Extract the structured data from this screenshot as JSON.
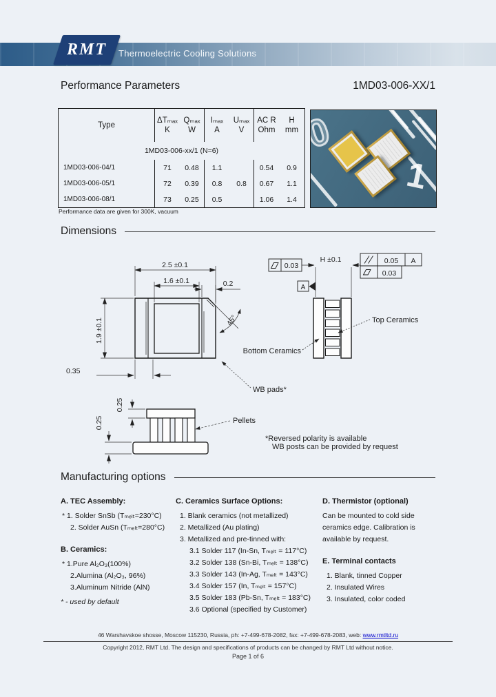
{
  "colors": {
    "band_dark": "#2d5c88",
    "logo_navy": "#1e4077",
    "photo_teal": "#44687d",
    "link_blue": "#0000cc"
  },
  "header": {
    "logo": "RMT",
    "tagline": "Thermoelectric Cooling Solutions"
  },
  "title": {
    "heading": "Performance Parameters",
    "part_number": "1MD03-006-XX/1"
  },
  "perf_table": {
    "headers": [
      [
        "Type",
        ""
      ],
      [
        "ΔTₘₐₓ",
        "K"
      ],
      [
        "Qₘₐₓ",
        "W"
      ],
      [
        "Iₘₐₓ",
        "A"
      ],
      [
        "Uₘₐₓ",
        "V"
      ],
      [
        "AC R",
        "Ohm"
      ],
      [
        "H",
        "mm"
      ]
    ],
    "subheader": "1MD03-006-xx/1 (N=6)",
    "rows": [
      [
        "1MD03-006-04/1",
        "71",
        "0.48",
        "1.1",
        "",
        "0.54",
        "0.9"
      ],
      [
        "1MD03-006-05/1",
        "72",
        "0.39",
        "0.8",
        "0.8",
        "0.67",
        "1.1"
      ],
      [
        "1MD03-006-08/1",
        "73",
        "0.25",
        "0.5",
        "",
        "1.06",
        "1.4"
      ]
    ],
    "footnote": "Performance data are given for 300K, vacuum"
  },
  "photo": {
    "digit_zero": "0",
    "digit_one": "1"
  },
  "dimensions": {
    "heading": "Dimensions",
    "width_dim": "2.5 ±0.1",
    "inner_dim": "1.6 ±0.1",
    "edge_dim": "0.2",
    "height_dim": "1.9 ±0.1",
    "pad_dim": "0.35",
    "chamfer_angle": "45°",
    "h_dim": "H ±0.1",
    "flatness_top": "0.03",
    "parallelism": "0.05",
    "datum_ref": "A",
    "flatness_bottom": "0.03",
    "datum_label": "A",
    "ceramic_dim_top": "0.25",
    "ceramic_dim_bottom": "0.25",
    "label_top_ceramics": "Top Ceramics",
    "label_bottom_ceramics": "Bottom Ceramics",
    "label_wb_pads": "WB pads*",
    "label_pellets": "Pellets",
    "note_line1": "*Reversed polarity is available",
    "note_line2": "WB posts can be provided by request"
  },
  "manufacturing": {
    "heading": "Manufacturing options",
    "secA": {
      "title": "A. TEC Assembly:",
      "items": [
        "* 1. Solder SnSb (Tₘₑₗₜ=230°C)",
        "2. Solder AuSn (Tₘₑₗₜ=280°C)"
      ]
    },
    "secB": {
      "title": "B. Ceramics:",
      "items": [
        "* 1.Pure Al₂O₃(100%)",
        "2.Alumina (Al₂O₃, 96%)",
        "3.Aluminum Nitride (AlN)"
      ],
      "note": "* - used by default"
    },
    "secC": {
      "title": "C. Ceramics Surface Options:",
      "items": [
        "1. Blank ceramics (not metallized)",
        "2. Metallized (Au plating)",
        "3. Metallized and pre-tinned with:"
      ],
      "subitems": [
        "3.1 Solder 117 (In-Sn, Tₘₑₗₜ = 117°C)",
        "3.2 Solder 138 (Sn-Bi, Tₘₑₗₜ = 138°C)",
        "3.3 Solder 143 (In-Ag, Tₘₑₗₜ = 143°C)",
        "3.4 Solder 157 (In, Tₘₑₗₜ = 157°C)",
        "3.5 Solder 183 (Pb-Sn, Tₘₑₗₜ = 183°C)",
        "3.6 Optional (specified by Customer)"
      ]
    },
    "secD": {
      "title": "D. Thermistor (optional)",
      "body": "Can be mounted to cold side ceramics edge.  Calibration is available by request."
    },
    "secE": {
      "title": "E. Terminal contacts",
      "items": [
        "1. Blank, tinned Copper",
        "2. Insulated Wires",
        "3. Insulated, color coded"
      ]
    }
  },
  "footer": {
    "address_prefix": "46 Warshavskoe shosse, Moscow 115230, Russia, ph: +7-499-678-2082, fax: +7-499-678-2083, web: ",
    "website": "www.rmtltd.ru",
    "copyright": "Copyright 2012, RMT Ltd. The design and specifications of products can be changed by RMT Ltd without notice.",
    "page": "Page 1 of 6"
  }
}
